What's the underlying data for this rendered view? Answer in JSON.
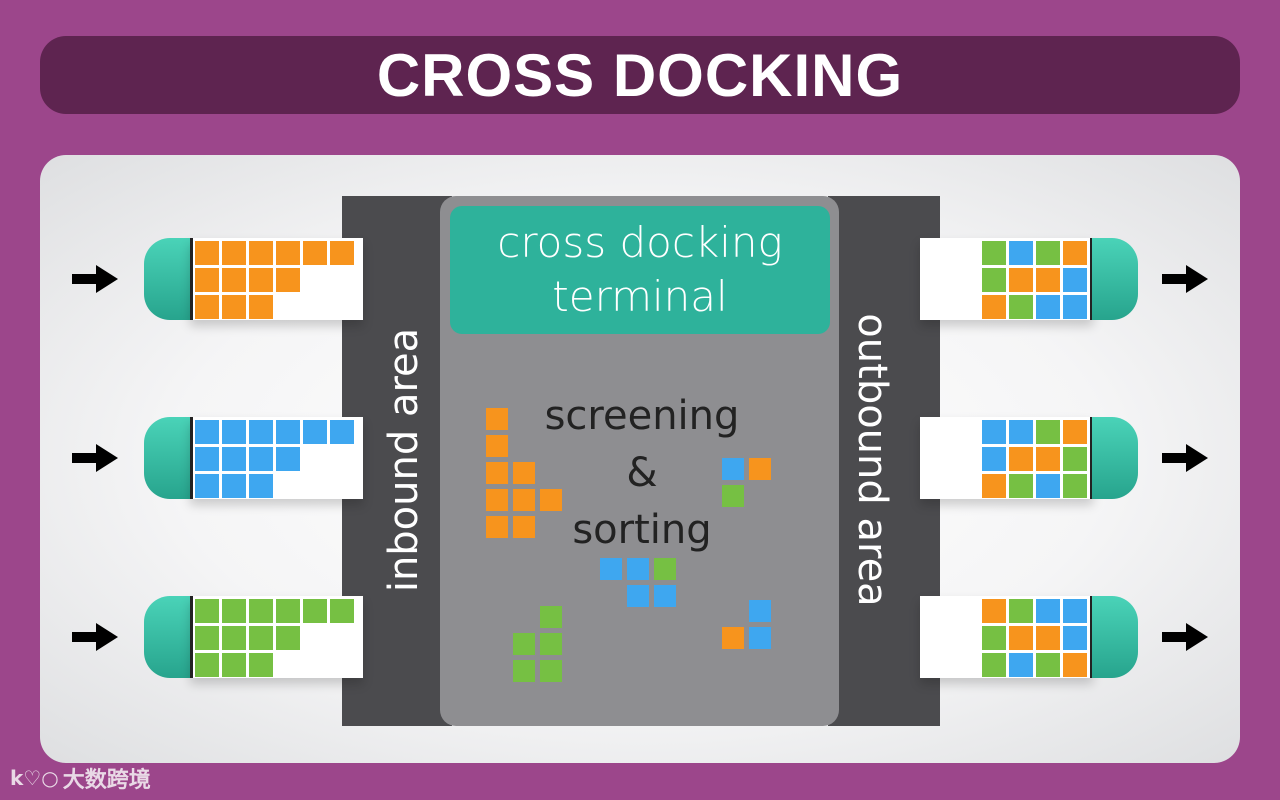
{
  "title": "CROSS DOCKING",
  "terminal": {
    "line1": "cross docking",
    "line2": "terminal"
  },
  "labels": {
    "inbound": "inbound area",
    "outbound": "outbound area"
  },
  "center": {
    "line1": "screening",
    "line2": "&",
    "line3": "sorting"
  },
  "colors": {
    "orange": "#f7941d",
    "blue": "#3ea7f0",
    "green": "#76c043",
    "teal": "#2eb29b",
    "purple": "#9c468b",
    "dark_purple": "#5e2450"
  },
  "icons": {
    "arrow": "right-arrow-icon",
    "truck": "truck-icon"
  },
  "inbound_trucks": [
    {
      "color": "orange",
      "rows": [
        6,
        4,
        3
      ]
    },
    {
      "color": "blue",
      "rows": [
        6,
        4,
        3
      ]
    },
    {
      "color": "green",
      "rows": [
        6,
        4,
        3
      ]
    }
  ],
  "outbound_trucks": [
    {
      "rows": [
        [
          "green",
          "blue",
          "green",
          "orange"
        ],
        [
          "green",
          "orange",
          "orange",
          "blue"
        ],
        [
          "orange",
          "green",
          "blue",
          "blue"
        ]
      ]
    },
    {
      "rows": [
        [
          "blue",
          "blue",
          "green",
          "orange"
        ],
        [
          "blue",
          "orange",
          "orange",
          "green"
        ],
        [
          "orange",
          "green",
          "blue",
          "green"
        ]
      ]
    },
    {
      "rows": [
        [
          "orange",
          "green",
          "blue",
          "blue"
        ],
        [
          "green",
          "orange",
          "orange",
          "blue"
        ],
        [
          "green",
          "blue",
          "green",
          "orange"
        ]
      ]
    }
  ],
  "watermark": {
    "logo": "k♡○",
    "text": "大数跨境"
  }
}
